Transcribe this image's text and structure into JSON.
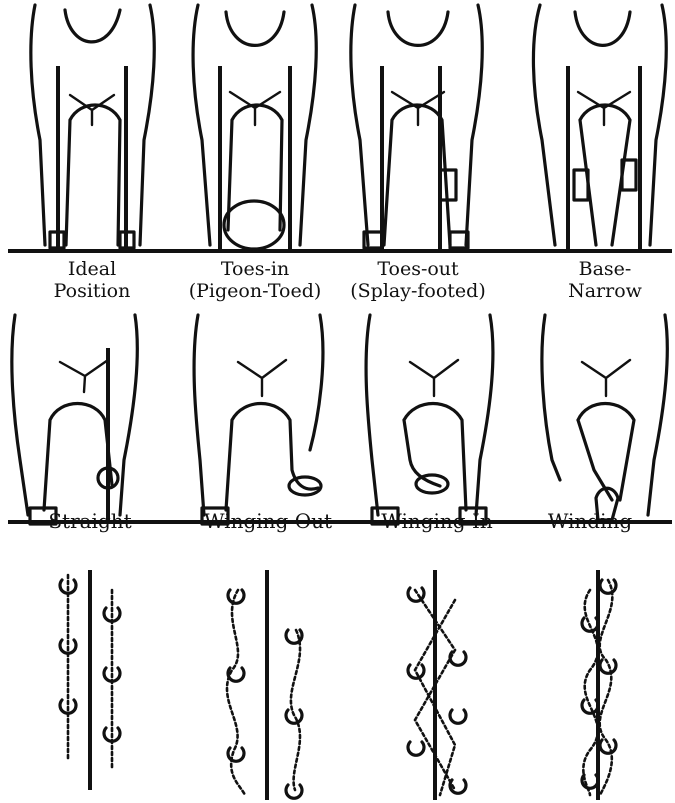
{
  "conformation": [
    {
      "id": "ideal",
      "line1": "Ideal",
      "line2": "Position"
    },
    {
      "id": "toes-in",
      "line1": "Toes-in",
      "line2": "(Pigeon-Toed)"
    },
    {
      "id": "toes-out",
      "line1": "Toes-out",
      "line2": "(Splay-footed)"
    },
    {
      "id": "base-narrow",
      "line1": "Base-",
      "line2": "Narrow"
    }
  ],
  "movement": [
    {
      "id": "straight",
      "label": "Straight"
    },
    {
      "id": "winging-out",
      "label": "Winging Out"
    },
    {
      "id": "winging-in",
      "label": "Winging In"
    },
    {
      "id": "winding",
      "label": "Winding"
    }
  ]
}
